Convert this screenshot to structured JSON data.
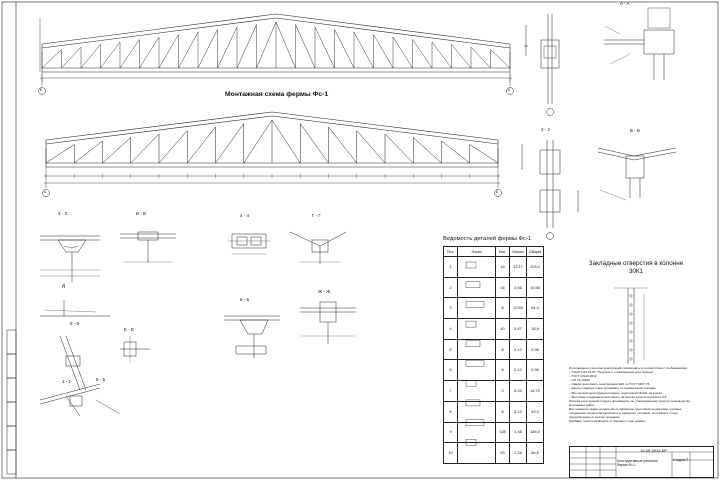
{
  "title": "Монтажная схема фермы Фс-1",
  "section_labels": {
    "aa": "A - A",
    "s22": "2 - 2",
    "bb": "Б - Б",
    "s33": "3 - 3",
    "vv": "В - В",
    "s44": "4 - 4",
    "gg": "Г - Г",
    "zhzh": "Ж - Ж",
    "d": "Д",
    "s55": "5 - 5",
    "ee": "Е - Е",
    "s66": "6 - 6",
    "s11": "1 - 1",
    "s55b": "5 - 5"
  },
  "axis_marks": [
    "Б",
    "Б",
    "А",
    "Б"
  ],
  "table": {
    "title": "Ведомость деталей фермы Фс-1",
    "headers": [
      "Поз.",
      "Эскиз",
      "Кол.",
      "Масса",
      "Общая"
    ],
    "rows": [
      {
        "pos": "1",
        "qty": "16",
        "mass": "13,17",
        "total": "203,2"
      },
      {
        "pos": "2",
        "qty": "16",
        "mass": "0,66",
        "total": "10,56"
      },
      {
        "pos": "3",
        "qty": "8",
        "mass": "10,55",
        "total": "84,4"
      },
      {
        "pos": "4",
        "qty": "40",
        "mass": "0,47",
        "total": "18,8"
      },
      {
        "pos": "5",
        "qty": "8",
        "mass": "0,12",
        "total": "0,96"
      },
      {
        "pos": "6",
        "qty": "8",
        "mass": "0,12",
        "total": "0,96"
      },
      {
        "pos": "7",
        "qty": "3",
        "mass": "6,24",
        "total": "18,72"
      },
      {
        "pos": "8",
        "qty": "8",
        "mass": "6,12",
        "total": "49,0"
      },
      {
        "pos": "9",
        "qty": "128",
        "mass": "1,48",
        "total": "189,4"
      },
      {
        "pos": "10",
        "qty": "53",
        "mass": "1,26",
        "total": "66,8"
      }
    ]
  },
  "embed_title": "Закладные отверстия в колонне 30К1",
  "notes": [
    "Изготовление и монтаж конструкций производить в соответствии с требованиями:",
    "– СНиП 3.03.01-87 \"Несущие и ограждающие конструкции\"",
    "– ГОСТ 23118-2012",
    "– СП 16.13330",
    "– Сварку выполнять электродами Э42 по ГОСТ 9467-75",
    "– Катеты сварных швов принимать по наименьшей толщине",
    "– Все металлоконструкции покрыть грунтовкой ГФ-021 за 2 раза",
    "– Болтовые соединения выполнять на болтах класса прочности 5.8",
    "Монтаж конструкций следует производить по утвержденному проекту производства",
    "монтажных работ.",
    "Все элементы ферм должны быть окрашены грунтовкой за два раза, узловые",
    "соединения элементов выполнять в заводских условиях, монтажные стыки",
    "предусмотрены в местах опирания.",
    "Разбивку осей производить от базовых точек здания."
  ],
  "stamp": {
    "code": "10-09-2024-КР",
    "description": "Конструктивные решения. Ферма Фс-1",
    "stage": "Стадия  П"
  }
}
